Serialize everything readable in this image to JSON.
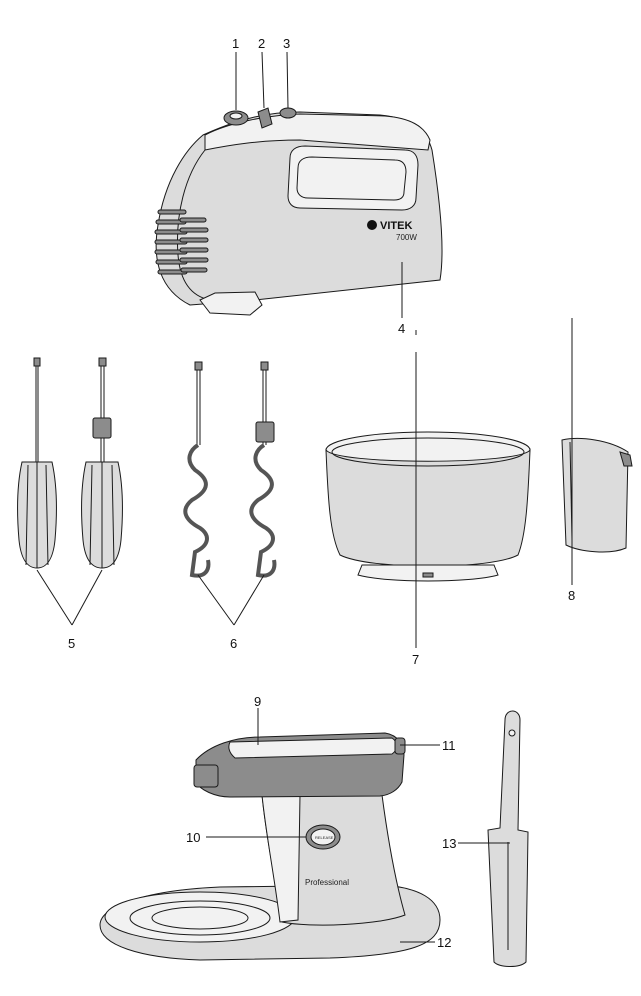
{
  "callouts": {
    "n1": "1",
    "n2": "2",
    "n3": "3",
    "n4": "4",
    "n5": "5",
    "n6": "6",
    "n7": "7",
    "n8": "8",
    "n9": "9",
    "n10": "10",
    "n11": "11",
    "n12": "12",
    "n13": "13"
  },
  "mixer": {
    "brand": "VITEK",
    "power": "700W"
  },
  "stand": {
    "release_label": "RELEASE",
    "professional_label": "Professional"
  }
}
